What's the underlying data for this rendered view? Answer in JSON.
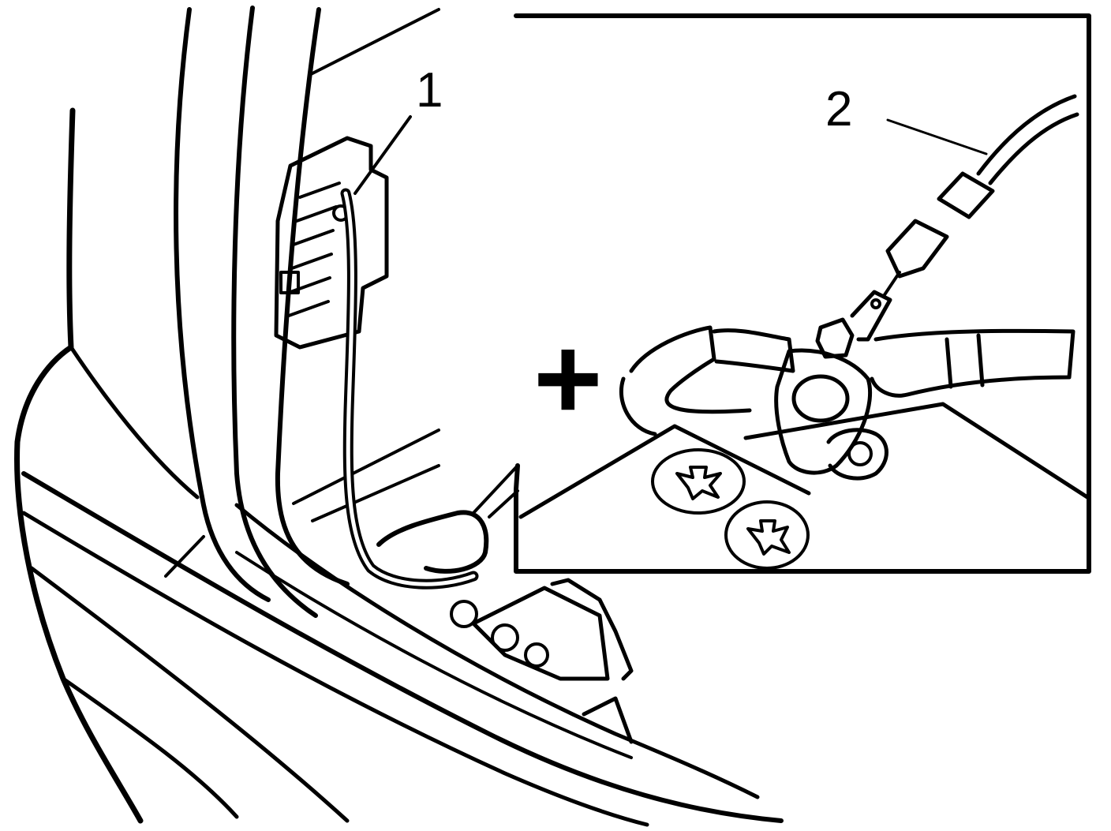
{
  "callouts": [
    {
      "id": "1",
      "label": "1"
    },
    {
      "id": "2",
      "label": "2"
    }
  ],
  "polarity_symbol": "+",
  "colors": {
    "line": "#000000",
    "background": "#ffffff"
  }
}
